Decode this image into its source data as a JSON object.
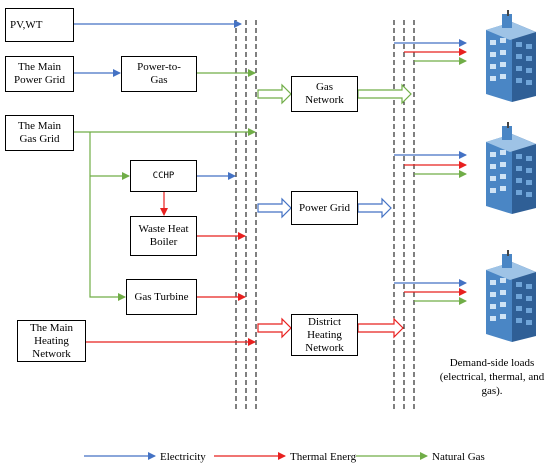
{
  "nodes": {
    "pv_wt": "PV,WT",
    "main_power_grid": "The Main Power Grid",
    "power_to_gas": "Power-to-Gas",
    "main_gas_grid": "The Main Gas Grid",
    "cchp": "CCHP",
    "waste_heat_boiler": "Waste Heat Boiler",
    "gas_turbine": "Gas Turbine",
    "main_heating_network": "The Main Heating Network",
    "gas_network": "Gas Network",
    "power_grid": "Power Grid",
    "district_heating_network": "District Heating Network"
  },
  "demand_label": "Demand-side loads (electrical, thermal, and gas).",
  "legend": {
    "electricity": "Electricity",
    "thermal": "Thermal Energ",
    "gas": "Natural Gas"
  },
  "colors": {
    "electricity": "#4472c4",
    "thermal": "#e8201f",
    "gas": "#70ad47"
  }
}
